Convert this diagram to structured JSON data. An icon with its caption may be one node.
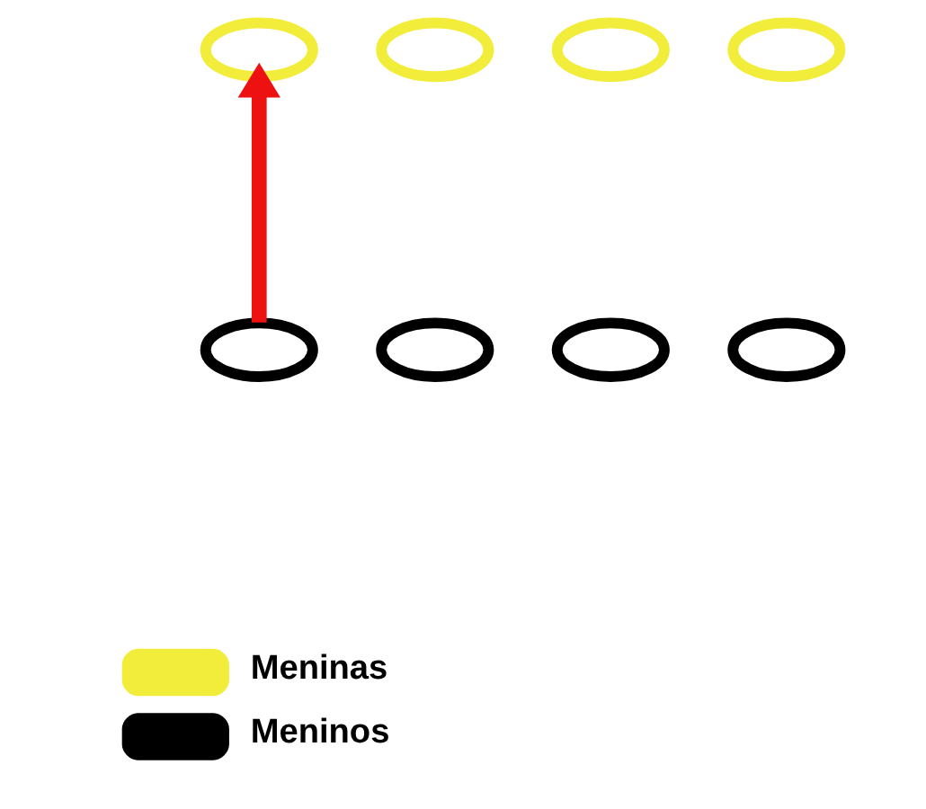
{
  "diagram": {
    "nodes": [
      {
        "text": [],
        "shape": "ellipse"
      },
      {
        "text": [],
        "shape": "ellipse"
      },
      {
        "text": [],
        "shape": "ellipse"
      },
      {
        "text": [],
        "shape": "ellipse"
      },
      {
        "text": [],
        "shape": "ellipse"
      },
      {
        "text": [],
        "shape": "ellipse"
      },
      {
        "text": [],
        "shape": "ellipse"
      },
      {
        "text": [],
        "shape": "ellipse"
      }
    ],
    "edges": [
      {
        "from": 4,
        "to": 0,
        "arrow": "to",
        "color": "#ee1111"
      }
    ],
    "legend": [
      {
        "text": "Meninas",
        "color": "#f2ec3a"
      },
      {
        "text": "Meninos",
        "color": "#000000"
      }
    ]
  }
}
